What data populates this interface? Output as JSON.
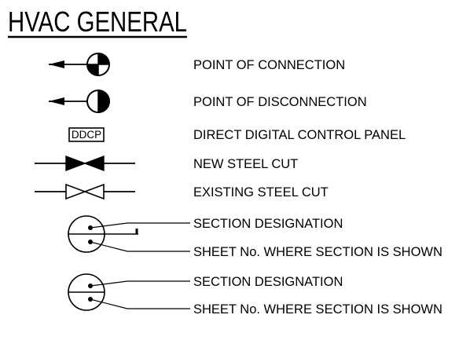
{
  "title": "HVAC GENERAL",
  "symbols": [
    {
      "label": "POINT OF CONNECTION",
      "symbol": "circle-quartered-with-arrow"
    },
    {
      "label": "POINT OF DISCONNECTION",
      "symbol": "circle-half-filled-with-arrow"
    },
    {
      "label": "DIRECT DIGITAL CONTROL PANEL",
      "symbol": "boxed-text",
      "symbol_text": "DDCP"
    },
    {
      "label": "NEW STEEL CUT",
      "symbol": "filled-bowtie-on-line"
    },
    {
      "label": "EXISTING STEEL CUT",
      "symbol": "open-bowtie-on-line"
    }
  ],
  "section_markers": [
    {
      "top_label": "SECTION DESIGNATION",
      "bottom_label": "SHEET No. WHERE SECTION IS SHOWN"
    },
    {
      "top_label": "SECTION DESIGNATION",
      "bottom_label": "SHEET No. WHERE SECTION IS SHOWN"
    }
  ],
  "colors": {
    "ink": "#000000",
    "background": "#ffffff"
  }
}
